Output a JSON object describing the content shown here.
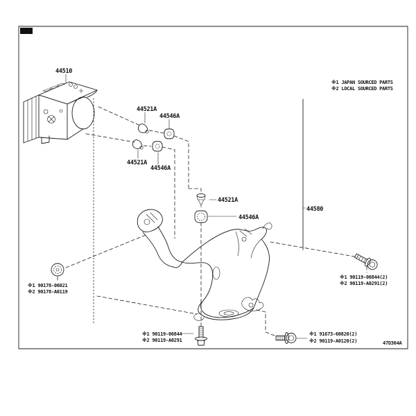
{
  "page": {
    "diagram_code": "47D364A",
    "notes": {
      "line1": "※1 JAPAN SOURCED PARTS",
      "line2": "※2 LOCAL SOURCED PARTS"
    }
  },
  "parts": {
    "actuator": "44510",
    "clip": "44521A",
    "grommet": "44546A",
    "bracket": "44580",
    "bolt_right": [
      "※1 90119-06844(2)",
      "※2 90119-A0291(2)"
    ],
    "nut_left": [
      "※1 90178-06021",
      "※2 90178-A0119"
    ],
    "bolt_bottom": [
      "※1 90119-06844",
      "※2 90119-A0291"
    ],
    "bolt_corner": [
      "※1 91673-60820(2)",
      "※2 90119-A0120(2)"
    ]
  }
}
